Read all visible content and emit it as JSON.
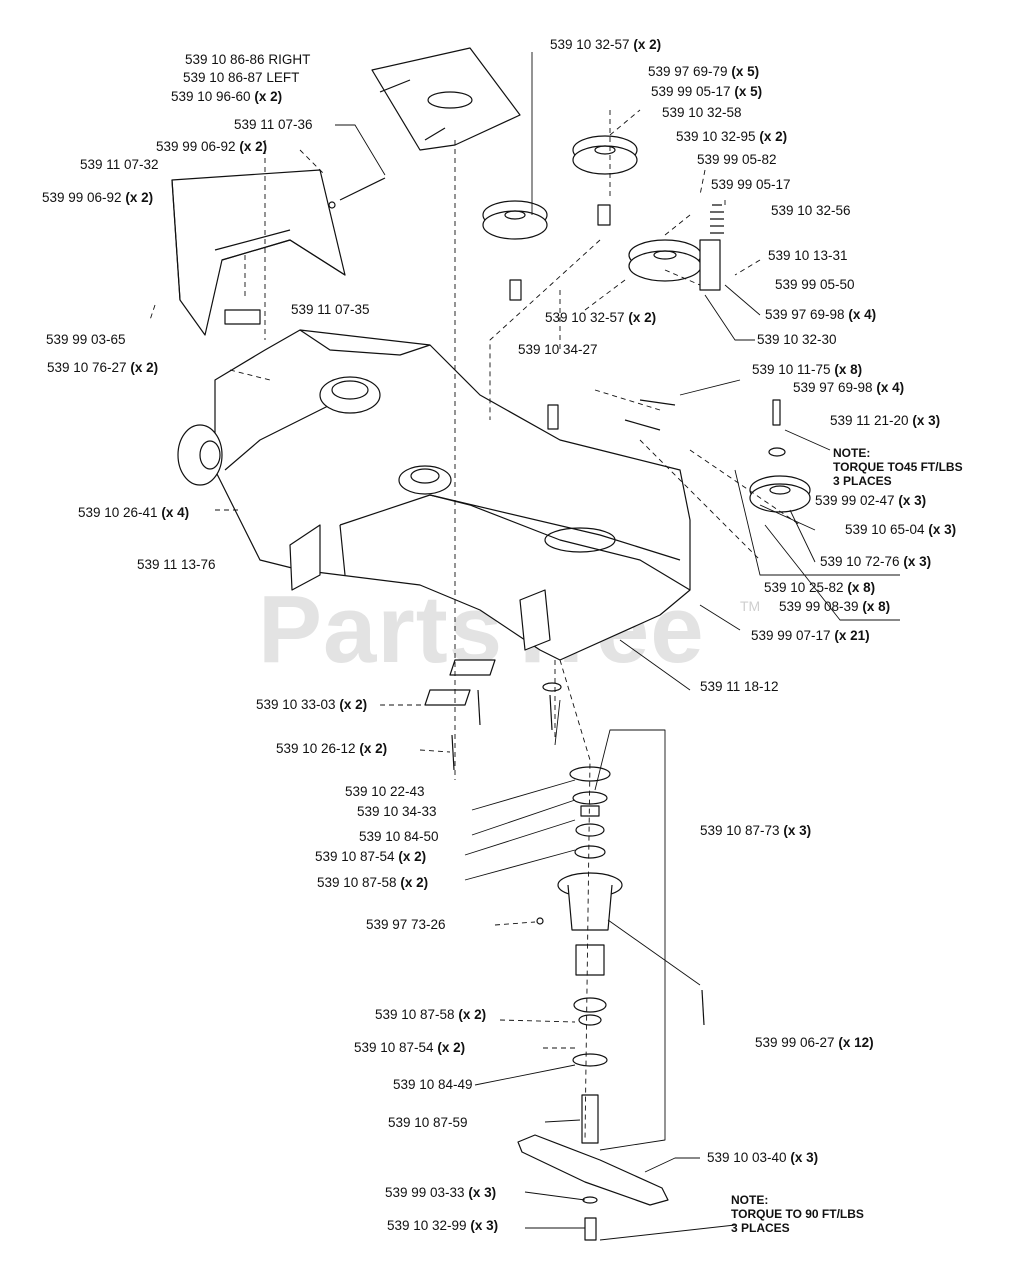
{
  "watermark": {
    "text": "PartsTree",
    "trademark": "TM"
  },
  "colors": {
    "line": "#111111",
    "part_fill": "#ffffff",
    "shade": "#d9d9d9",
    "watermark": "#e3e3e3"
  },
  "labels": [
    {
      "id": "l01",
      "num": "539 10 86-86 RIGHT",
      "qty": ""
    },
    {
      "id": "l02",
      "num": "539 10 86-87 LEFT",
      "qty": ""
    },
    {
      "id": "l03",
      "num": "539 10 96-60",
      "qty": "(x 2)"
    },
    {
      "id": "l04",
      "num": "539 11 07-36",
      "qty": ""
    },
    {
      "id": "l05",
      "num": "539 99 06-92",
      "qty": "(x 2)"
    },
    {
      "id": "l06",
      "num": "539 11 07-32",
      "qty": ""
    },
    {
      "id": "l07",
      "num": "539 99 06-92",
      "qty": "(x 2)"
    },
    {
      "id": "l08",
      "num": "539 99 03-65",
      "qty": ""
    },
    {
      "id": "l09",
      "num": "539 11 07-35",
      "qty": ""
    },
    {
      "id": "l10",
      "num": "539 10 76-27",
      "qty": "(x 2)"
    },
    {
      "id": "l11",
      "num": "539 10 32-57",
      "qty": "(x 2)"
    },
    {
      "id": "l12",
      "num": "539 97 69-79",
      "qty": "(x 5)"
    },
    {
      "id": "l13",
      "num": "539 99 05-17",
      "qty": "(x 5)"
    },
    {
      "id": "l14",
      "num": "539 10 32-58",
      "qty": ""
    },
    {
      "id": "l15",
      "num": "539 10 32-95",
      "qty": "(x 2)"
    },
    {
      "id": "l16",
      "num": "539 99 05-82",
      "qty": ""
    },
    {
      "id": "l17",
      "num": "539 99 05-17",
      "qty": ""
    },
    {
      "id": "l18",
      "num": "539 10 32-56",
      "qty": ""
    },
    {
      "id": "l19",
      "num": "539 10 13-31",
      "qty": ""
    },
    {
      "id": "l20",
      "num": "539 99 05-50",
      "qty": ""
    },
    {
      "id": "l21",
      "num": "539 97 69-98",
      "qty": "(x 4)"
    },
    {
      "id": "l22",
      "num": "539 10 32-57",
      "qty": "(x 2)"
    },
    {
      "id": "l23",
      "num": "539 10 32-30",
      "qty": ""
    },
    {
      "id": "l24",
      "num": "539 10 34-27",
      "qty": ""
    },
    {
      "id": "l25",
      "num": "539 10 11-75",
      "qty": "(x 8)"
    },
    {
      "id": "l26",
      "num": "539 97 69-98",
      "qty": "(x 4)"
    },
    {
      "id": "l27",
      "num": "539 11 21-20",
      "qty": "(x 3)"
    },
    {
      "id": "l28",
      "num": "539 99 02-47",
      "qty": "(x 3)"
    },
    {
      "id": "l29",
      "num": "539 10 65-04",
      "qty": "(x 3)"
    },
    {
      "id": "l30",
      "num": "539 10 72-76",
      "qty": "(x 3)"
    },
    {
      "id": "l31",
      "num": "539 10 25-82",
      "qty": "(x 8)"
    },
    {
      "id": "l32",
      "num": "539 99 08-39",
      "qty": "(x 8)"
    },
    {
      "id": "l33",
      "num": "539 99 07-17",
      "qty": "(x 21)"
    },
    {
      "id": "l34",
      "num": "539 10 26-41",
      "qty": "(x 4)"
    },
    {
      "id": "l35",
      "num": "539 11 13-76",
      "qty": ""
    },
    {
      "id": "l36",
      "num": "539 11 18-12",
      "qty": ""
    },
    {
      "id": "l37",
      "num": "539 10 33-03",
      "qty": "(x 2)"
    },
    {
      "id": "l38",
      "num": "539 10 26-12",
      "qty": "(x 2)"
    },
    {
      "id": "l39",
      "num": "539 10 22-43",
      "qty": ""
    },
    {
      "id": "l40",
      "num": "539 10 34-33",
      "qty": ""
    },
    {
      "id": "l41",
      "num": "539 10 84-50",
      "qty": ""
    },
    {
      "id": "l42",
      "num": "539 10 87-54",
      "qty": "(x 2)"
    },
    {
      "id": "l43",
      "num": "539 10 87-58",
      "qty": "(x 2)"
    },
    {
      "id": "l44",
      "num": "539 10 87-73",
      "qty": "(x 3)"
    },
    {
      "id": "l45",
      "num": "539 97 73-26",
      "qty": ""
    },
    {
      "id": "l46",
      "num": "539 10 87-58",
      "qty": "(x 2)"
    },
    {
      "id": "l47",
      "num": "539 10 87-54",
      "qty": "(x 2)"
    },
    {
      "id": "l48",
      "num": "539 10 84-49",
      "qty": ""
    },
    {
      "id": "l49",
      "num": "539 10 87-59",
      "qty": ""
    },
    {
      "id": "l50",
      "num": "539 99 06-27",
      "qty": "(x 12)"
    },
    {
      "id": "l51",
      "num": "539 10 03-40",
      "qty": "(x 3)"
    },
    {
      "id": "l52",
      "num": "539 99 03-33",
      "qty": "(x 3)"
    },
    {
      "id": "l53",
      "num": "539 10 32-99",
      "qty": "(x 3)"
    }
  ],
  "notes": [
    {
      "id": "n1",
      "lines": [
        "NOTE:",
        "TORQUE TO45 FT/LBS",
        "3 PLACES"
      ]
    },
    {
      "id": "n2",
      "lines": [
        "NOTE:",
        "TORQUE TO 90 FT/LBS",
        "3 PLACES"
      ]
    }
  ]
}
